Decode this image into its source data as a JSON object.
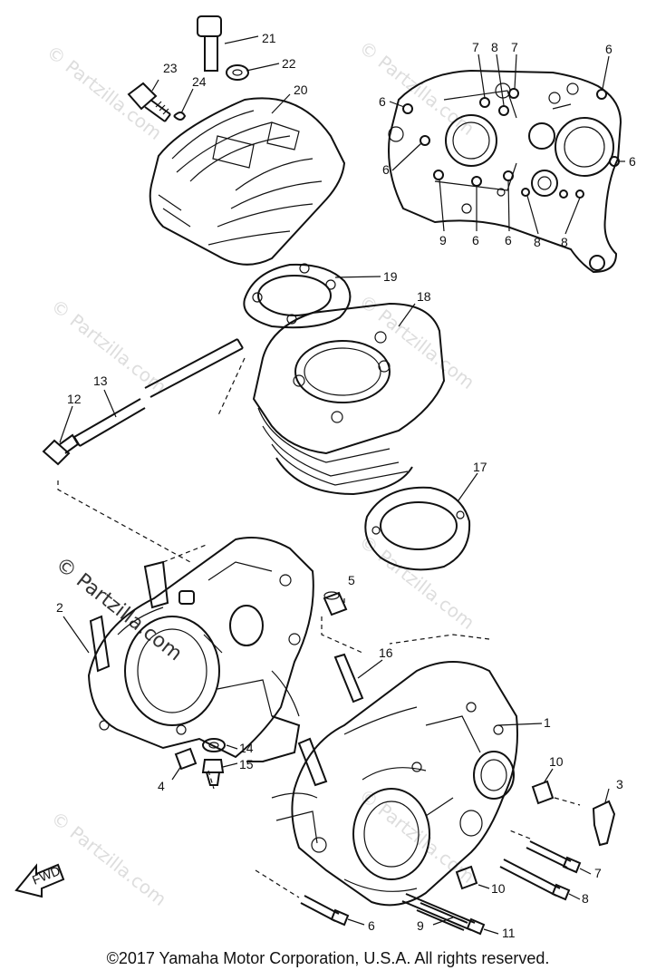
{
  "copyright": "©2017 Yamaha Motor Corporation, U.S.A. All rights reserved.",
  "watermark": "© Partzilla.com",
  "fwd_label": "FWD",
  "parts": {
    "p1": "1",
    "p2": "2",
    "p3": "3",
    "p4": "4",
    "p5": "5",
    "p6": "6",
    "p7": "7",
    "p8": "8",
    "p9": "9",
    "p10": "10",
    "p11": "11",
    "p12": "12",
    "p13": "13",
    "p14": "14",
    "p15": "15",
    "p16": "16",
    "p17": "17",
    "p18": "18",
    "p19": "19",
    "p20": "20",
    "p21": "21",
    "p22": "22",
    "p23": "23",
    "p24": "24"
  }
}
